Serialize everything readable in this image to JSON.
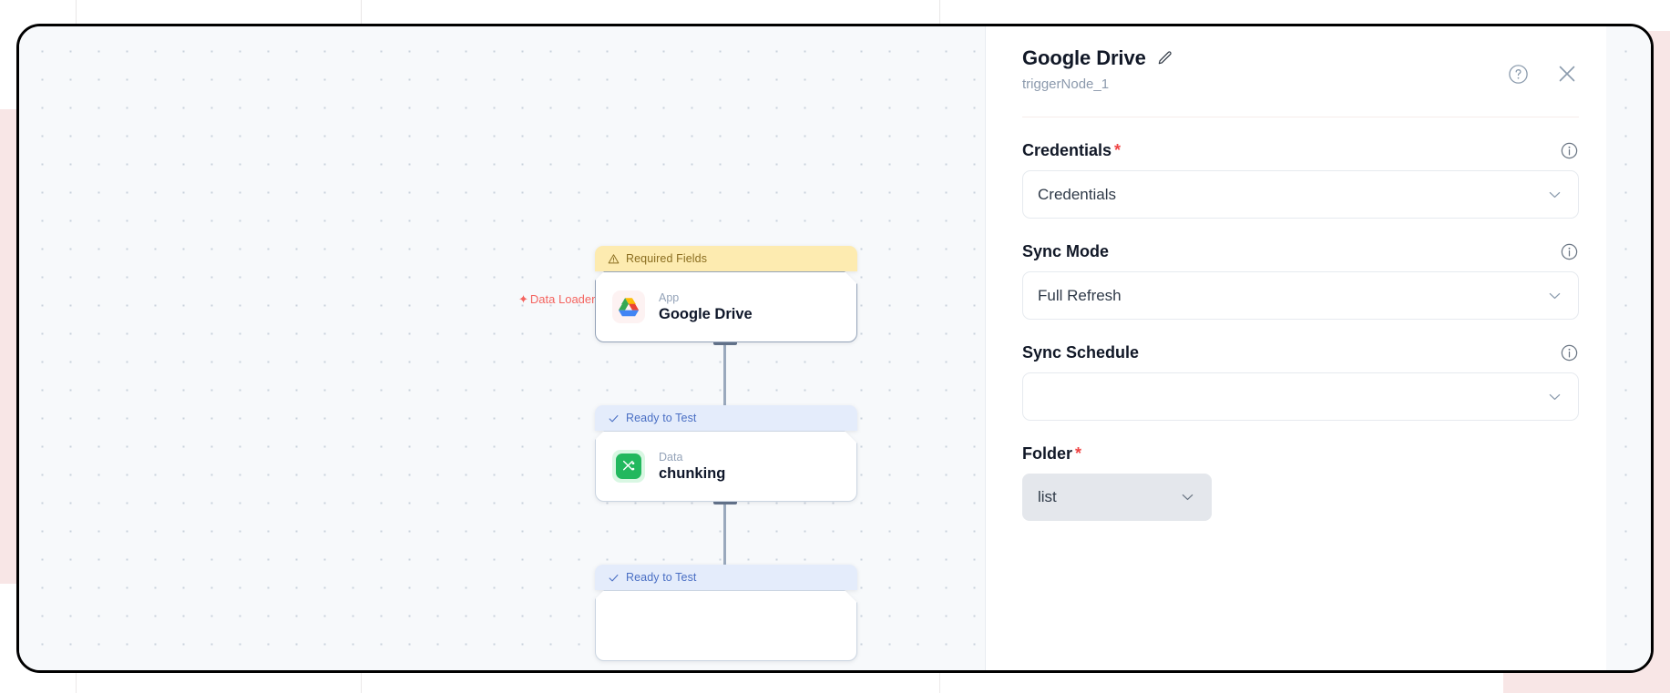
{
  "theme": {
    "accent_red": "#f4645f",
    "warn_bg": "#fdebb0",
    "warn_text": "#8a6d1f",
    "ready_bg": "#e4ecfb",
    "ready_text": "#4a6fc4",
    "required_star": "#ef4444",
    "canvas_bg": "#f7f9fb",
    "frame_border": "#000000",
    "backdrop": "#f8e6e6"
  },
  "canvas": {
    "edge_label": {
      "icon": "sparkle-icon",
      "text": "Data Loader"
    },
    "nodes": [
      {
        "status": {
          "icon": "warning-triangle-icon",
          "label": "Required Fields",
          "kind": "warn"
        },
        "icon": "google-drive-icon",
        "kind_label": "App",
        "title": "Google Drive"
      },
      {
        "status": {
          "icon": "check-icon",
          "label": "Ready to Test",
          "kind": "ready"
        },
        "icon": "chunking-icon",
        "kind_label": "Data",
        "title": "chunking"
      },
      {
        "status": {
          "icon": "check-icon",
          "label": "Ready to Test",
          "kind": "ready"
        },
        "icon": "",
        "kind_label": "",
        "title": ""
      }
    ]
  },
  "panel": {
    "title": "Google Drive",
    "edit_icon": "pencil-icon",
    "subtitle": "triggerNode_1",
    "help_icon": "question-circle-icon",
    "close_icon": "close-icon",
    "fields": [
      {
        "label": "Credentials",
        "required": true,
        "info_icon": "info-circle-icon",
        "has_info": true,
        "control": "select",
        "value": "Credentials",
        "style": "normal",
        "chevron_icon": "chevron-down-icon"
      },
      {
        "label": "Sync Mode",
        "required": false,
        "info_icon": "info-circle-icon",
        "has_info": true,
        "control": "select",
        "value": "Full Refresh",
        "style": "normal",
        "chevron_icon": "chevron-down-icon"
      },
      {
        "label": "Sync Schedule",
        "required": false,
        "info_icon": "info-circle-icon",
        "has_info": true,
        "control": "select",
        "value": "",
        "style": "normal",
        "chevron_icon": "chevron-down-icon"
      },
      {
        "label": "Folder",
        "required": true,
        "info_icon": "",
        "has_info": false,
        "control": "select",
        "value": "list",
        "style": "grey",
        "chevron_icon": "chevron-down-icon"
      }
    ]
  }
}
